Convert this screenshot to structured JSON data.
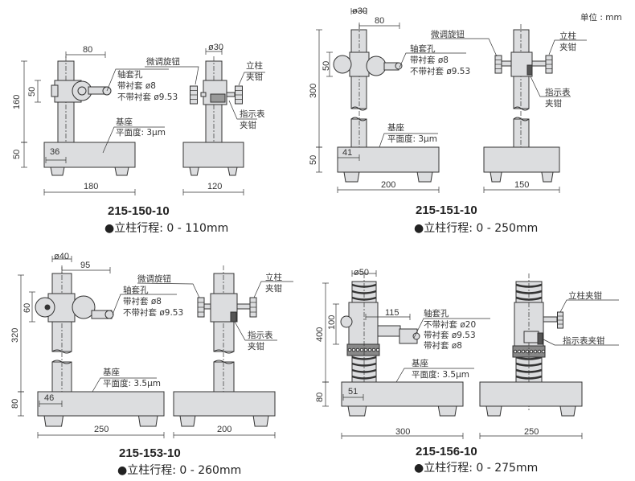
{
  "unit_label": "单位 : mm",
  "models": [
    {
      "model": "215-150-10",
      "stroke": "●立柱行程: 0 - 110mm",
      "dims": {
        "arm": "80",
        "column_dia": "ø30",
        "height": "160",
        "carriage": "50",
        "base_h": "50",
        "offset": "36",
        "width": "180",
        "depth": "120"
      },
      "labels": {
        "bore": "轴套孔",
        "bore_with": "带衬套 ø8",
        "bore_without": "不带衬套 ø9.53",
        "base": "基座",
        "flatness": "平面度: 3μm",
        "fine_knob": "微调旋钮",
        "col_clamp_1": "立柱",
        "col_clamp_2": "夹钳",
        "ind_clamp_1": "指示表",
        "ind_clamp_2": "夹钳"
      }
    },
    {
      "model": "215-151-10",
      "stroke": "●立柱行程: 0 - 250mm",
      "dims": {
        "arm": "80",
        "column_dia": "ø30",
        "height": "300",
        "carriage": "50",
        "base_h": "50",
        "offset": "41",
        "width": "200",
        "depth": "150"
      },
      "labels": {
        "bore": "轴套孔",
        "bore_with": "带衬套 ø8",
        "bore_without": "不带衬套 ø9.53",
        "base": "基座",
        "flatness": "平面度: 3μm",
        "fine_knob": "微调旋钮",
        "col_clamp_1": "立柱",
        "col_clamp_2": "夹钳",
        "ind_clamp_1": "指示表",
        "ind_clamp_2": "夹钳"
      }
    },
    {
      "model": "215-153-10",
      "stroke": "●立柱行程: 0 - 260mm",
      "dims": {
        "arm": "95",
        "column_dia": "ø40",
        "height": "320",
        "carriage": "60",
        "base_h": "80",
        "offset": "46",
        "width": "250",
        "depth": "200"
      },
      "labels": {
        "bore": "轴套孔",
        "bore_with": "带衬套 ø8",
        "bore_without": "不带衬套 ø9.53",
        "base": "基座",
        "flatness": "平面度: 3.5μm",
        "fine_knob": "微调旋钮",
        "col_clamp_1": "立柱",
        "col_clamp_2": "夹钳",
        "ind_clamp_1": "指示表",
        "ind_clamp_2": "夹钳"
      }
    },
    {
      "model": "215-156-10",
      "stroke": "●立柱行程: 0 - 275mm",
      "dims": {
        "arm": "115",
        "column_dia": "ø50",
        "height": "400",
        "carriage": "100",
        "base_h": "80",
        "offset": "51",
        "width": "300",
        "depth": "250"
      },
      "labels": {
        "bore": "轴套孔",
        "bore_a": "不带衬套 ø20",
        "bore_b": "带衬套 ø9.53",
        "bore_c": "带衬套 ø8",
        "base": "基座",
        "flatness": "平面度: 3.5μm",
        "col_clamp": "立柱夹钳",
        "ind_clamp": "指示表夹钳"
      }
    }
  ]
}
